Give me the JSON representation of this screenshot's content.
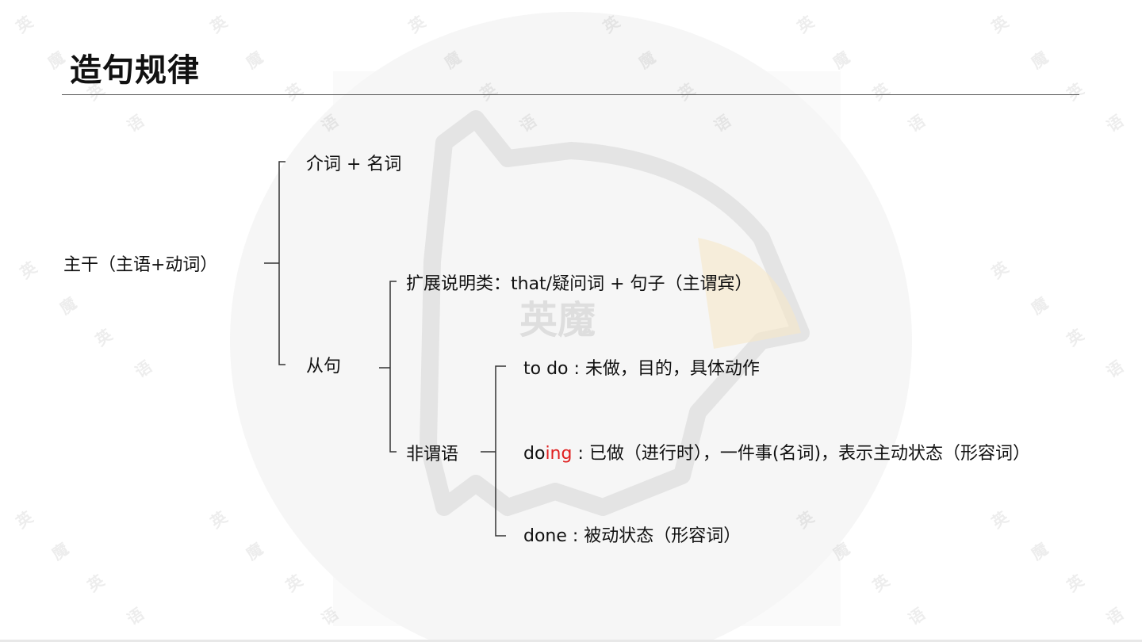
{
  "slide": {
    "title": "造句规律",
    "watermark_chars": [
      "英",
      "魔",
      "英",
      "语"
    ],
    "watermark_logo_text": "英魔"
  },
  "diagram": {
    "root": "主干（主语+动词）",
    "level1": {
      "a": "介词 + 名词",
      "b": "从句"
    },
    "clause": {
      "a": "扩展说明类：that/疑问词  + 句子（主谓宾）",
      "b": "非谓语"
    },
    "nonfinite": {
      "to_do": "to do : 未做，目的，具体动作",
      "doing_prefix": "do",
      "doing_highlight": "ing",
      "doing_rest": " : 已做（进行时），一件事(名词)，表示主动状态（形容词）",
      "done": "done : 被动状态（形容词）"
    },
    "colors": {
      "highlight": "#e02020",
      "line": "#333333"
    }
  }
}
